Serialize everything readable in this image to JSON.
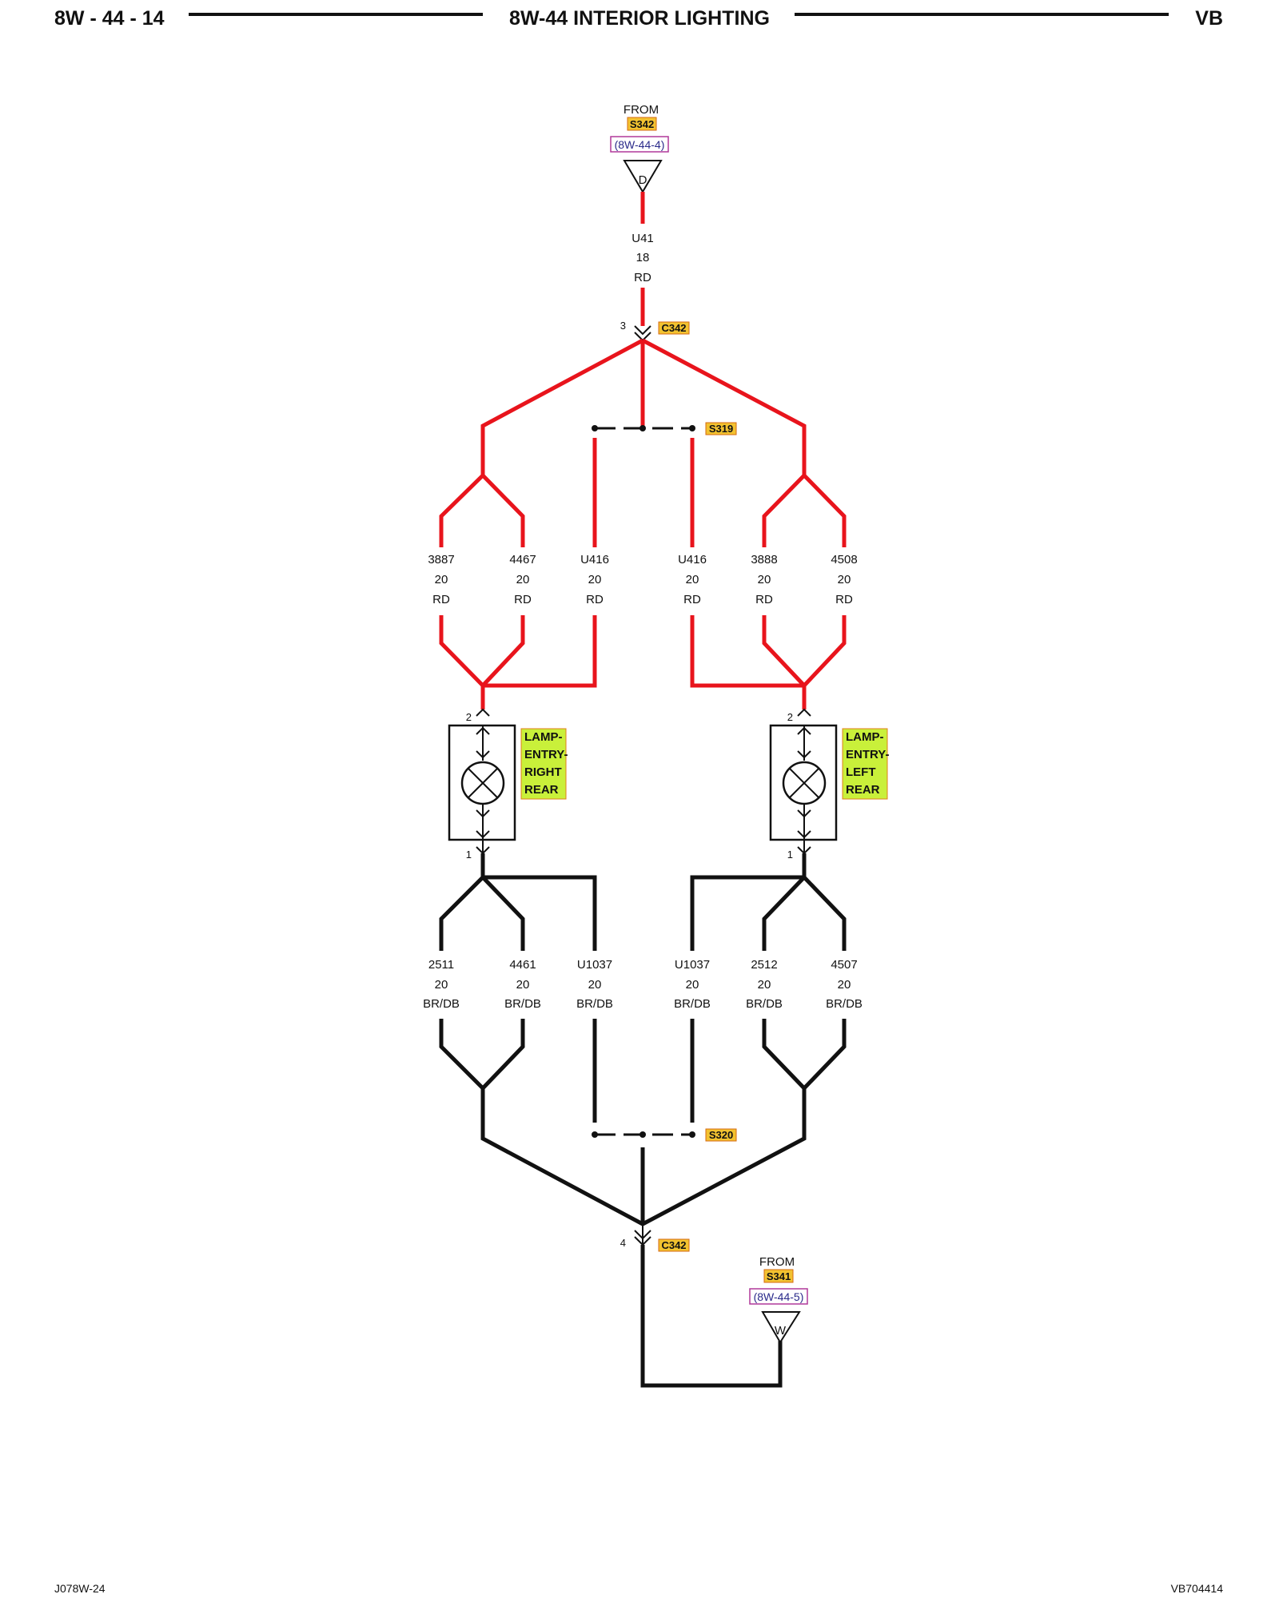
{
  "header": {
    "page_code": "8W - 44 - 14",
    "title": "8W-44 INTERIOR LIGHTING",
    "model": "VB"
  },
  "footer": {
    "left_code": "J078W-24",
    "right_code": "VB704414"
  },
  "sources": {
    "top": {
      "from_label": "FROM",
      "splice": "S342",
      "ref": "(8W-44-4)",
      "letter": "D"
    },
    "bottom": {
      "from_label": "FROM",
      "splice": "S341",
      "ref": "(8W-44-5)",
      "letter": "W"
    }
  },
  "top_feed_wire": {
    "circuit": "U41",
    "gauge": "18",
    "color": "RD"
  },
  "connectors": {
    "c342_top": {
      "name": "C342",
      "pin": "3"
    },
    "c342_bottom": {
      "name": "C342",
      "pin": "4"
    }
  },
  "splices": {
    "s319": "S319",
    "s320": "S320"
  },
  "red_wires": [
    {
      "circuit": "3887",
      "gauge": "20",
      "color": "RD"
    },
    {
      "circuit": "4467",
      "gauge": "20",
      "color": "RD"
    },
    {
      "circuit": "U416",
      "gauge": "20",
      "color": "RD"
    },
    {
      "circuit": "U416",
      "gauge": "20",
      "color": "RD"
    },
    {
      "circuit": "3888",
      "gauge": "20",
      "color": "RD"
    },
    {
      "circuit": "4508",
      "gauge": "20",
      "color": "RD"
    }
  ],
  "black_wires": [
    {
      "circuit": "2511",
      "gauge": "20",
      "color": "BR/DB"
    },
    {
      "circuit": "4461",
      "gauge": "20",
      "color": "BR/DB"
    },
    {
      "circuit": "U1037",
      "gauge": "20",
      "color": "BR/DB"
    },
    {
      "circuit": "U1037",
      "gauge": "20",
      "color": "BR/DB"
    },
    {
      "circuit": "2512",
      "gauge": "20",
      "color": "BR/DB"
    },
    {
      "circuit": "4507",
      "gauge": "20",
      "color": "BR/DB"
    }
  ],
  "lamps": {
    "right_rear": {
      "lines": [
        "LAMP-",
        "ENTRY-",
        "RIGHT",
        "REAR"
      ],
      "pin_top": "2",
      "pin_bottom": "1"
    },
    "left_rear": {
      "lines": [
        "LAMP-",
        "ENTRY-",
        "LEFT",
        "REAR"
      ],
      "pin_top": "2",
      "pin_bottom": "1"
    }
  },
  "colors": {
    "red_wire": "#e8141c",
    "black_wire": "#111111",
    "splice_tag_bg": "#f2c230",
    "lamp_label_bg": "#c9f03a",
    "ref_border": "#b0389a"
  }
}
